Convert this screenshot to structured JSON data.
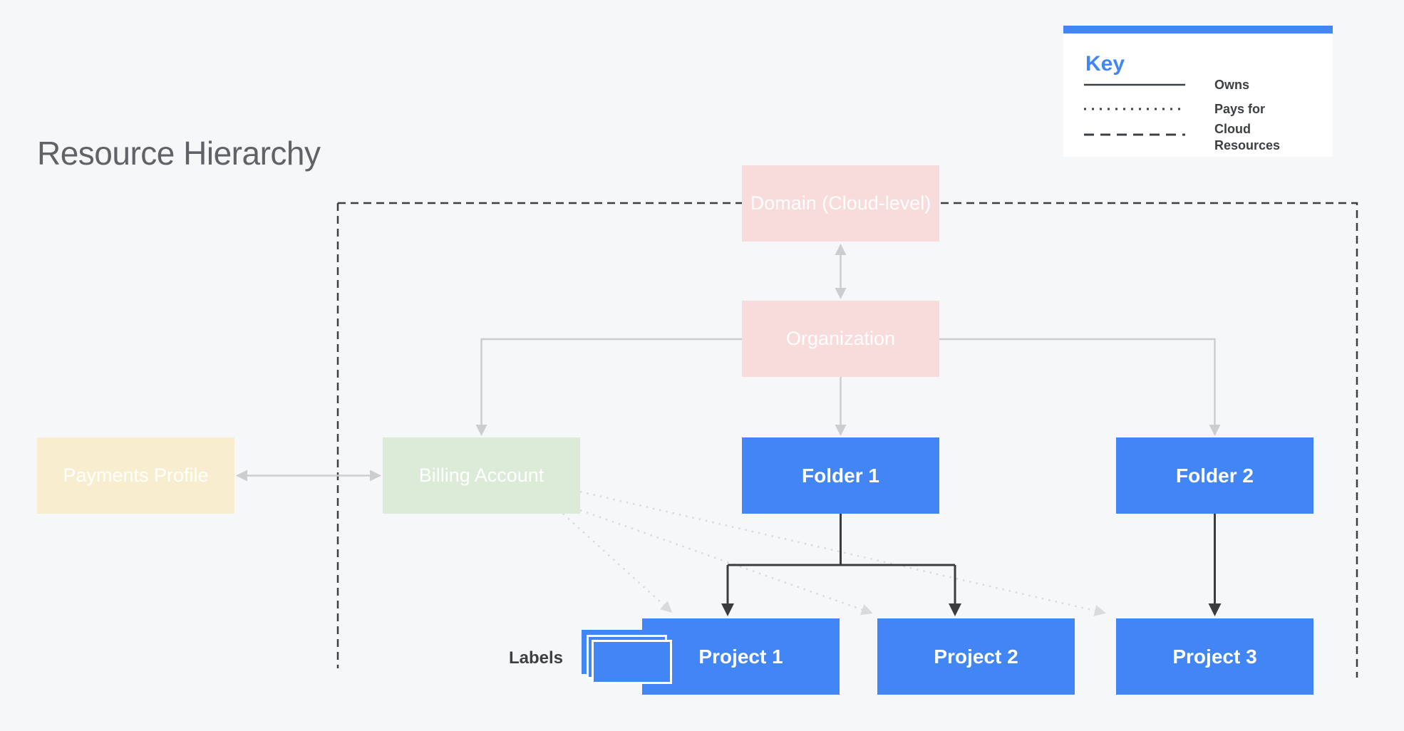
{
  "page": {
    "title": "Resource Hierarchy"
  },
  "legend": {
    "title": "Key",
    "items": [
      {
        "line_style": "solid",
        "label": "Owns"
      },
      {
        "line_style": "dotted",
        "label": "Pays for"
      },
      {
        "line_style": "dashed",
        "label": "Cloud Resources"
      }
    ]
  },
  "nodes": {
    "domain": {
      "label": "Domain (Cloud-level)",
      "kind": "workspace-pink"
    },
    "organization": {
      "label": "Organization",
      "kind": "workspace-pink"
    },
    "payments_profile": {
      "label": "Payments Profile",
      "kind": "payments-cream"
    },
    "billing_account": {
      "label": "Billing Account",
      "kind": "billing-green"
    },
    "folder1": {
      "label": "Folder 1",
      "kind": "cloud-blue"
    },
    "folder2": {
      "label": "Folder 2",
      "kind": "cloud-blue"
    },
    "project1": {
      "label": "Project 1",
      "kind": "cloud-blue"
    },
    "project2": {
      "label": "Project 2",
      "kind": "cloud-blue"
    },
    "project3": {
      "label": "Project 3",
      "kind": "cloud-blue"
    }
  },
  "annotations": {
    "labels_caption": "Labels"
  },
  "colors": {
    "accent_blue": "#4285f4",
    "pink": "#f8dcdc",
    "green": "#dcead8",
    "cream": "#f8edcf",
    "gray_connector": "#cbced1",
    "dark_connector": "#3a3d40",
    "dotted_connector": "#d8dadc",
    "boundary": "#3c4043",
    "title_text": "#5f6368",
    "label_text": "#3c4043",
    "background": "#f5f7f9"
  }
}
